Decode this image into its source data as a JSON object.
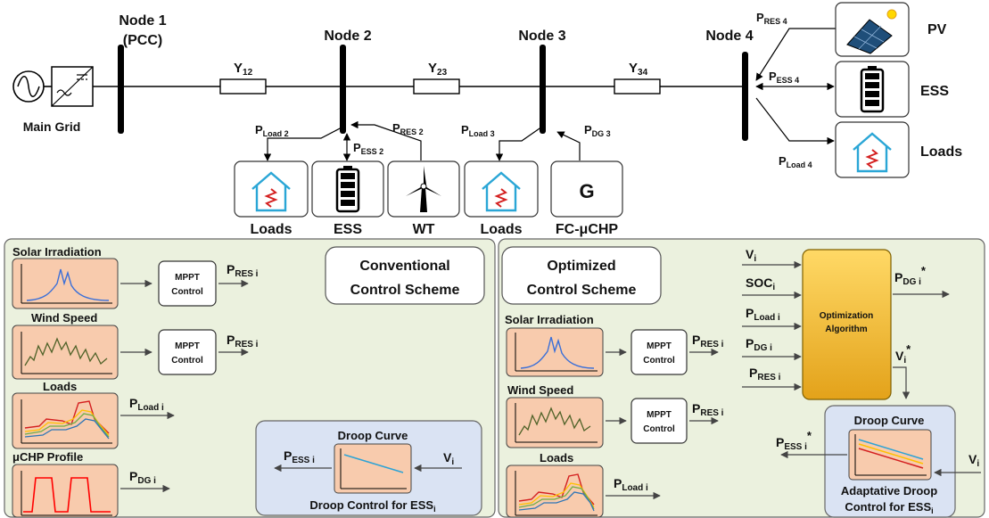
{
  "nodes": {
    "n1a": "Node 1",
    "n1b": "(PCC)",
    "n2": "Node 2",
    "n3": "Node 3",
    "n4": "Node 4"
  },
  "lines": {
    "y12": "Y",
    "y12s": "12",
    "y23": "Y",
    "y23s": "23",
    "y34": "Y",
    "y34s": "34"
  },
  "grid_label": "Main Grid",
  "top": {
    "pload2": "P",
    "pload2s": "Load 2",
    "pess2": "P",
    "pess2s": "ESS 2",
    "pres2": "P",
    "pres2s": "RES 2",
    "pload3": "P",
    "pload3s": "Load 3",
    "pdg3": "P",
    "pdg3s": "DG 3",
    "pres4": "P",
    "pres4s": "RES 4",
    "pess4": "P",
    "pess4s": "ESS 4",
    "pload4": "P",
    "pload4s": "Load 4",
    "loads_a": "Loads",
    "ess_a": "ESS",
    "wt": "WT",
    "loads_b": "Loads",
    "fc": "FC-μCHP",
    "g": "G",
    "pv": "PV",
    "ess_r": "ESS",
    "loads_r": "Loads"
  },
  "conventional": {
    "title1": "Conventional",
    "title2": "Control Scheme",
    "solar": "Solar Irradiation",
    "wind": "Wind Speed",
    "loads": "Loads",
    "chp": "μCHP Profile",
    "mppt1a": "MPPT",
    "mppt1b": "Control",
    "mppt2a": "MPPT",
    "mppt2b": "Control",
    "pres1": "P",
    "pres1s": "RES i",
    "pres2": "P",
    "pres2s": "RES i",
    "pload": "P",
    "ploads": "Load i",
    "pdg": "P",
    "pdgs": "DG i",
    "droop_title": "Droop Curve",
    "droop_caption": "Droop Control for ESS",
    "droop_caption_sub": "i",
    "pess": "P",
    "pesss": "ESS i",
    "vi": "V",
    "vis": "i"
  },
  "optimized": {
    "title1": "Optimized",
    "title2": "Control Scheme",
    "solar": "Solar Irradiation",
    "wind": "Wind Speed",
    "loads": "Loads",
    "mppt1a": "MPPT",
    "mppt1b": "Control",
    "mppt2a": "MPPT",
    "mppt2b": "Control",
    "pres1": "P",
    "pres1s": "RES i",
    "pres2": "P",
    "pres2s": "RES i",
    "pload": "P",
    "ploads": "Load i",
    "in_v": "V",
    "in_vs": "i",
    "in_soc": "SOC",
    "in_socs": "i",
    "in_pload": "P",
    "in_ploads": "Load i",
    "in_pdg": "P",
    "in_pdgs": "DG i",
    "in_pres": "P",
    "in_press": "RES i",
    "algo1": "Optimization",
    "algo2": "Algorithm",
    "out_pdg": "P",
    "out_pdgs": "DG i",
    "star": "*",
    "out_v": "V",
    "out_vs": "i",
    "droop_title": "Droop Curve",
    "droop_caption1": "Adaptative Droop",
    "droop_caption2": "Control for ESS",
    "droop_caption2s": "i",
    "pess": "P",
    "pesss": "ESS i",
    "vi": "V",
    "vis": "i"
  }
}
